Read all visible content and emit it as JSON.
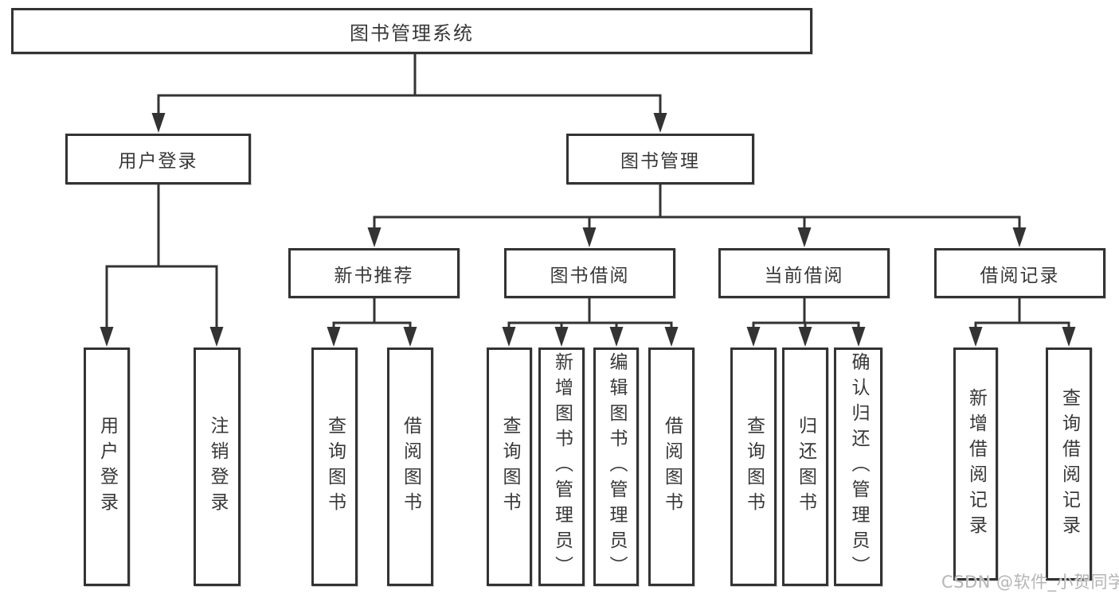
{
  "diagram": {
    "title": "图书管理系统",
    "root": {
      "label": "图书管理系统"
    },
    "level2": [
      {
        "id": "user-login",
        "label": "用户登录"
      },
      {
        "id": "book-management",
        "label": "图书管理"
      }
    ],
    "level3": [
      {
        "id": "new-book-recommend",
        "label": "新书推荐",
        "parent": "图书管理"
      },
      {
        "id": "book-borrowing",
        "label": "图书借阅",
        "parent": "图书管理"
      },
      {
        "id": "current-borrowing",
        "label": "当前借阅",
        "parent": "图书管理"
      },
      {
        "id": "borrowing-records",
        "label": "借阅记录",
        "parent": "图书管理"
      }
    ],
    "leaves": [
      {
        "parent": "用户登录",
        "label": "用户登录"
      },
      {
        "parent": "用户登录",
        "label": "注销登录"
      },
      {
        "parent": "新书推荐",
        "label": "查询图书"
      },
      {
        "parent": "新书推荐",
        "label": "借阅图书"
      },
      {
        "parent": "图书借阅",
        "label": "查询图书"
      },
      {
        "parent": "图书借阅",
        "label": "新增图书（管理员）"
      },
      {
        "parent": "图书借阅",
        "label": "编辑图书（管理员）"
      },
      {
        "parent": "图书借阅",
        "label": "借阅图书"
      },
      {
        "parent": "当前借阅",
        "label": "查询图书"
      },
      {
        "parent": "当前借阅",
        "label": "归还图书"
      },
      {
        "parent": "当前借阅",
        "label": "确认归还（管理员）"
      },
      {
        "parent": "借阅记录",
        "label": "新增借阅记录"
      },
      {
        "parent": "借阅记录",
        "label": "查询借阅记录"
      }
    ]
  },
  "watermark": {
    "text": "CSDN @软件_小贺同学"
  },
  "colors": {
    "line": "#333333",
    "text": "#383838",
    "background": "#ffffff",
    "watermark": "#b5b5b5"
  }
}
